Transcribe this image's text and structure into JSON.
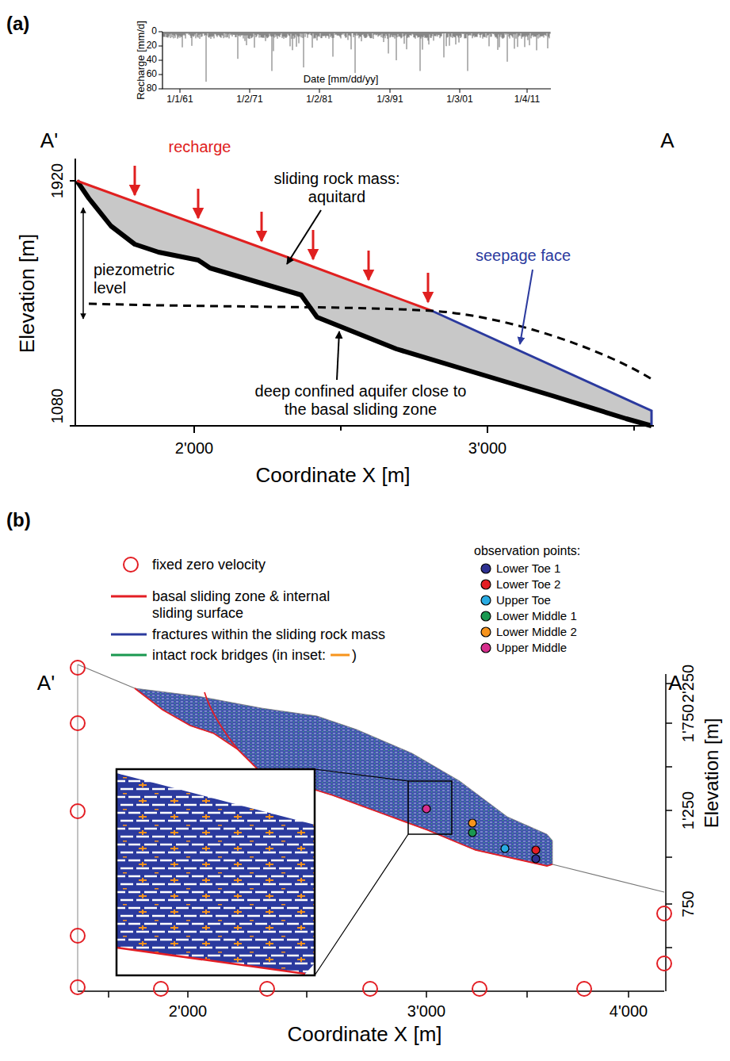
{
  "diagram": {
    "labels": [
      "(a)",
      "Recharge [mm/d]",
      "0",
      "20",
      "40",
      "60",
      "80",
      "Date [mm/dd/yy]",
      "1/1/61",
      "1/2/71",
      "1/2/81",
      "1/3/91",
      "1/3/01",
      "1/4/11",
      "A'",
      "A",
      "1920",
      "Elevation [m]",
      "1080",
      "recharge",
      "sliding rock mass: aquitard",
      "piezometric level",
      "seepage face",
      "deep confined aquifer close to the basal sliding zone",
      "2'000",
      "3'000",
      "Coordinate X [m]",
      "(b)",
      ")",
      "observation points:",
      "A'",
      "A",
      "2'250",
      "1'750",
      "1'250",
      "750",
      "Elevation [m]",
      "2'000",
      "3'000",
      "4'000",
      "Coordinate X [m]"
    ],
    "legend": [
      {
        "text": "fixed zero velocity"
      },
      {
        "text": "basal sliding zone & internal sliding surface"
      },
      {
        "text": "fractures within the sliding rock mass"
      },
      {
        "text": "intact rock bridges (in inset:"
      },
      {
        "text": "Lower Toe 1",
        "color": "#2e3192"
      },
      {
        "text": "Lower Toe 2",
        "color": "#e31e24"
      },
      {
        "text": "Upper Toe",
        "color": "#29abe2"
      },
      {
        "text": "Lower Middle 1",
        "color": "#1a9850"
      },
      {
        "text": "Lower Middle 2",
        "color": "#f7941d"
      },
      {
        "text": "Upper Middle",
        "color": "#d62f8d"
      }
    ]
  }
}
